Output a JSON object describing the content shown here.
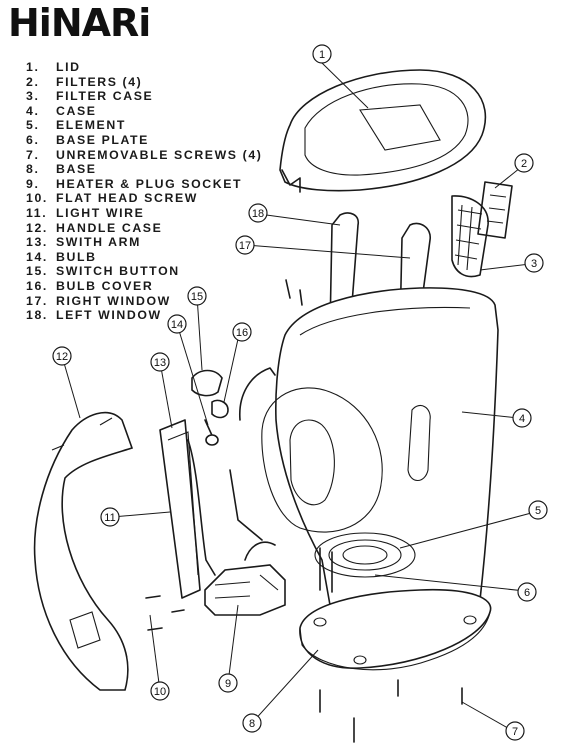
{
  "brand": "HiNARi",
  "legend": [
    {
      "num": "1.",
      "label": "LID"
    },
    {
      "num": "2.",
      "label": "FILTERS (4)"
    },
    {
      "num": "3.",
      "label": "FILTER CASE"
    },
    {
      "num": "4.",
      "label": "CASE"
    },
    {
      "num": "5.",
      "label": "ELEMENT"
    },
    {
      "num": "6.",
      "label": "BASE PLATE"
    },
    {
      "num": "7.",
      "label": "UNREMOVABLE SCREWS (4)"
    },
    {
      "num": "8.",
      "label": "BASE"
    },
    {
      "num": "9.",
      "label": "HEATER & PLUG SOCKET"
    },
    {
      "num": "10.",
      "label": "FLAT HEAD SCREW"
    },
    {
      "num": "11.",
      "label": "LIGHT WIRE"
    },
    {
      "num": "12.",
      "label": "HANDLE CASE"
    },
    {
      "num": "13.",
      "label": "SWITH ARM"
    },
    {
      "num": "14.",
      "label": "BULB"
    },
    {
      "num": "15.",
      "label": "SWITCH BUTTON"
    },
    {
      "num": "16.",
      "label": "BULB COVER"
    },
    {
      "num": "17.",
      "label": "RIGHT WINDOW"
    },
    {
      "num": "18.",
      "label": "LEFT WINDOW"
    }
  ],
  "callouts": [
    "1",
    "2",
    "3",
    "4",
    "5",
    "6",
    "7",
    "8",
    "9",
    "10",
    "11",
    "12",
    "13",
    "14",
    "15",
    "16",
    "17",
    "18"
  ],
  "colors": {
    "ink": "#1a1a1a",
    "background": "#ffffff"
  }
}
